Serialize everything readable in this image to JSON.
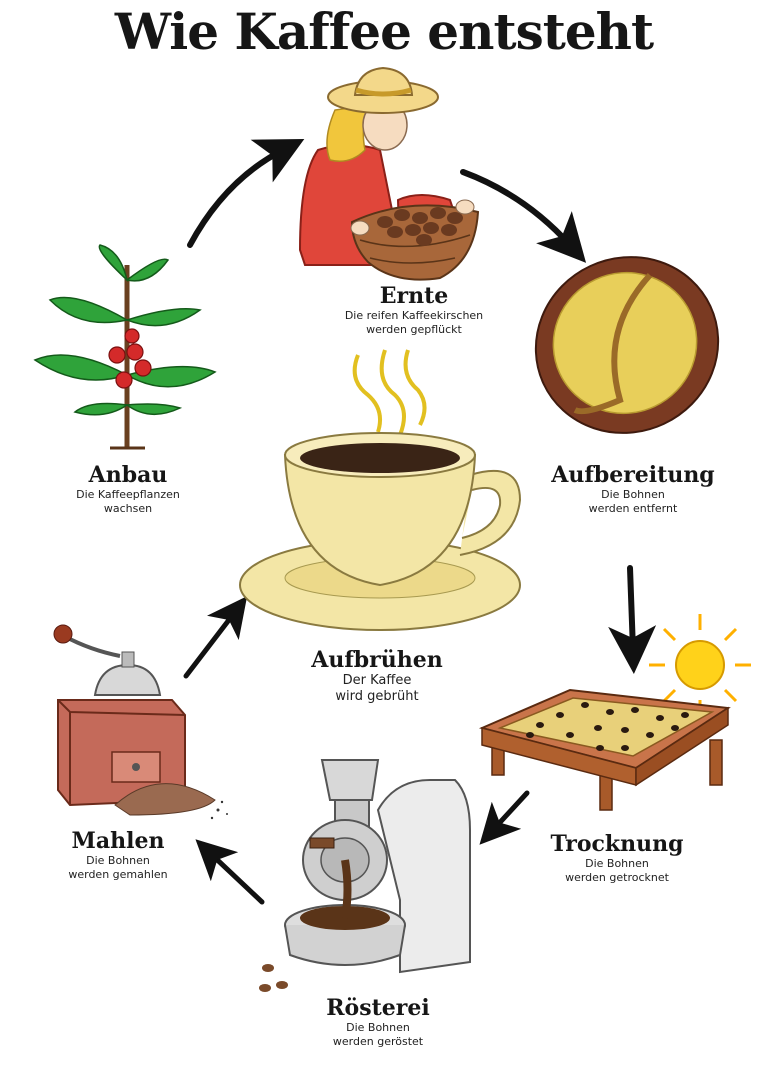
{
  "title": "Wie Kaffee entsteht",
  "steps": {
    "ernte": {
      "name": "Ernte",
      "line1": "Die reifen Kaffeekirschen",
      "line2": "werden gepflückt"
    },
    "aufbereitung": {
      "name": "Aufbereitung",
      "line1": "Die Bohnen",
      "line2": "werden entfernt"
    },
    "trocknung": {
      "name": "Trocknung",
      "line1": "Die Bohnen",
      "line2": "werden getrocknet"
    },
    "roesterei": {
      "name": "Rösterei",
      "line1": "Die Bohnen",
      "line2": "werden geröstet"
    },
    "mahlen": {
      "name": "Mahlen",
      "line1": "Die Bohnen",
      "line2": "werden gemahlen"
    },
    "anbau": {
      "name": "Anbau",
      "line1": "Die Kaffeepflanzen",
      "line2": "wachsen"
    },
    "aufbruehen": {
      "name": "Aufbrühen",
      "line1": "Der Kaffee",
      "line2": "wird gebrüht"
    }
  },
  "icons": [
    "farmer-harvest-icon",
    "coffee-bean-icon",
    "drying-tray-sun-icon",
    "roaster-machine-icon",
    "coffee-grinder-icon",
    "coffee-plant-icon",
    "coffee-cup-icon",
    "arrow-icon"
  ],
  "colors": {
    "bean_light": "#e8cf5a",
    "bean_dark": "#7a3a22",
    "cherry_red": "#d42a2a",
    "leaf_green": "#2fa33a",
    "shirt_red": "#e0463a",
    "basket": "#a8673a",
    "cup": "#f3e6a6",
    "coffee": "#3a2416",
    "wood": "#c9744a",
    "sun": "#ffd21a"
  }
}
